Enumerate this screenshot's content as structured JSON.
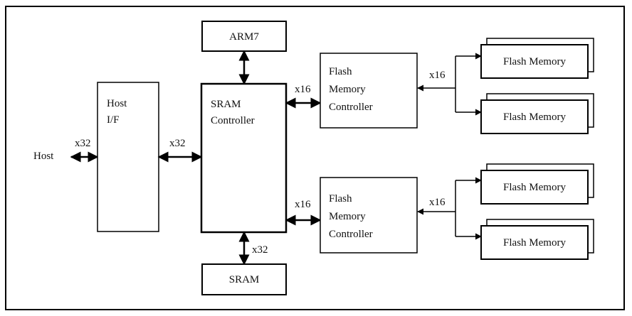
{
  "colors": {
    "stroke": "#000000",
    "background": "#ffffff",
    "text": "#111111"
  },
  "nodes": {
    "host": "Host",
    "host_if_line1": "Host",
    "host_if_line2": "I/F",
    "arm7": "ARM7",
    "sram_controller_line1": "SRAM",
    "sram_controller_line2": "Controller",
    "sram": "SRAM",
    "flash_controller_line1": "Flash",
    "flash_controller_line2": "Memory",
    "flash_controller_line3": "Controller",
    "flash_memory": "Flash Memory"
  },
  "bus_widths": {
    "host_to_if": "x32",
    "if_to_sram_controller": "x32",
    "sram_controller_to_sram": "x32",
    "sram_controller_to_flash_controller": "x16",
    "flash_controller_to_flash_memory": "x16"
  }
}
